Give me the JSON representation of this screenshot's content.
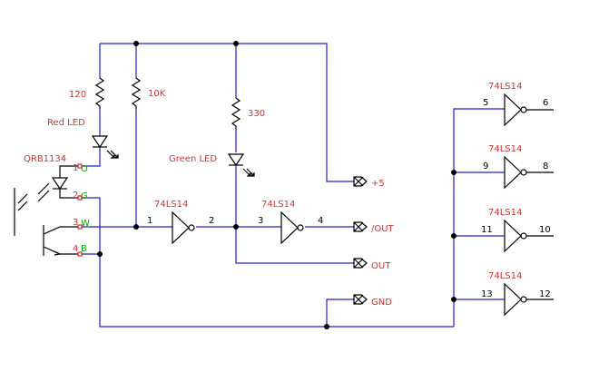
{
  "colors": {
    "wire": "#1f1fcf",
    "component": "#000000",
    "label": "#cc3333",
    "sensor_pin_label": "#00aa00"
  },
  "resistors": {
    "r1": "120",
    "r2": "10K",
    "r3": "330"
  },
  "leds": {
    "red": "Red LED",
    "green": "Green LED"
  },
  "sensor": {
    "part": "QRB1134",
    "pins": [
      {
        "num": "1",
        "name": "O"
      },
      {
        "num": "2",
        "name": "G"
      },
      {
        "num": "3",
        "name": "W"
      },
      {
        "num": "4",
        "name": "B"
      }
    ]
  },
  "gates": [
    {
      "part": "74LS14",
      "in": "1",
      "out": "2"
    },
    {
      "part": "74LS14",
      "in": "3",
      "out": "4"
    },
    {
      "part": "74LS14",
      "in": "5",
      "out": "6"
    },
    {
      "part": "74LS14",
      "in": "9",
      "out": "8"
    },
    {
      "part": "74LS14",
      "in": "11",
      "out": "10"
    },
    {
      "part": "74LS14",
      "in": "13",
      "out": "12"
    }
  ],
  "connectors": {
    "plus5": "+5",
    "nout": "/OUT",
    "out": "OUT",
    "gnd": "GND"
  }
}
